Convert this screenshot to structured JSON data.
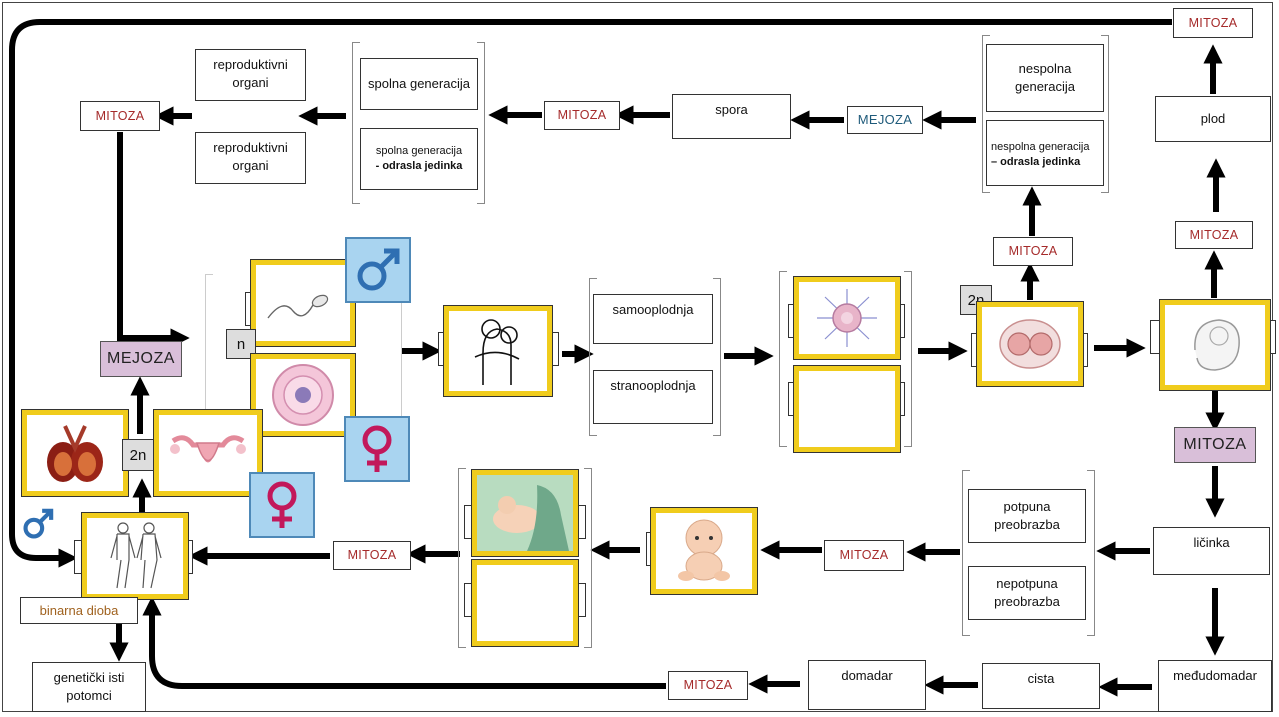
{
  "labels": {
    "mitoza": "MITOZA",
    "mejoza": "MEJOZA",
    "haploid": "n",
    "diploid": "2n",
    "reproduktivni_organi": "reproduktivni organi",
    "spolna_generacija": "spolna generacija",
    "spolna_generacija_odrasla_a": "spolna generacija",
    "spolna_generacija_odrasla_b": "- odrasla jedinka",
    "spora": "spora",
    "nespolna_generacija": "nespolna generacija",
    "nespolna_generacija_odrasla_a": "nespolna generacija",
    "nespolna_generacija_odrasla_b": "– odrasla jedinka",
    "plod": "plod",
    "samooplodnja": "samooplodnja",
    "stranooplodnja": "stranooplodnja",
    "licinka": "ličinka",
    "potpuna_preobrazba": "potpuna preobrazba",
    "nepotpuna_preobrazba": "nepotpuna preobrazba",
    "medjudomadar": "međudomadar",
    "cista": "cista",
    "domadar": "domadar",
    "binarna_dioba": "binarna dioba",
    "geneticki_isti_potomci": "genetički isti potomci"
  },
  "icons": {
    "male": "male-symbol-icon",
    "female": "female-symbol-icon"
  },
  "colors": {
    "highlight_border": "#f0cc1c",
    "mitoza_text": "#a52a2a",
    "mejoza_text": "#1e5a7a",
    "mejoza_fill": "#d9bfd9",
    "symbol_bg": "#a9d4f0",
    "male_symbol": "#2f6fb2",
    "female_symbol": "#c2185b",
    "binarna_text": "#a0621f"
  }
}
